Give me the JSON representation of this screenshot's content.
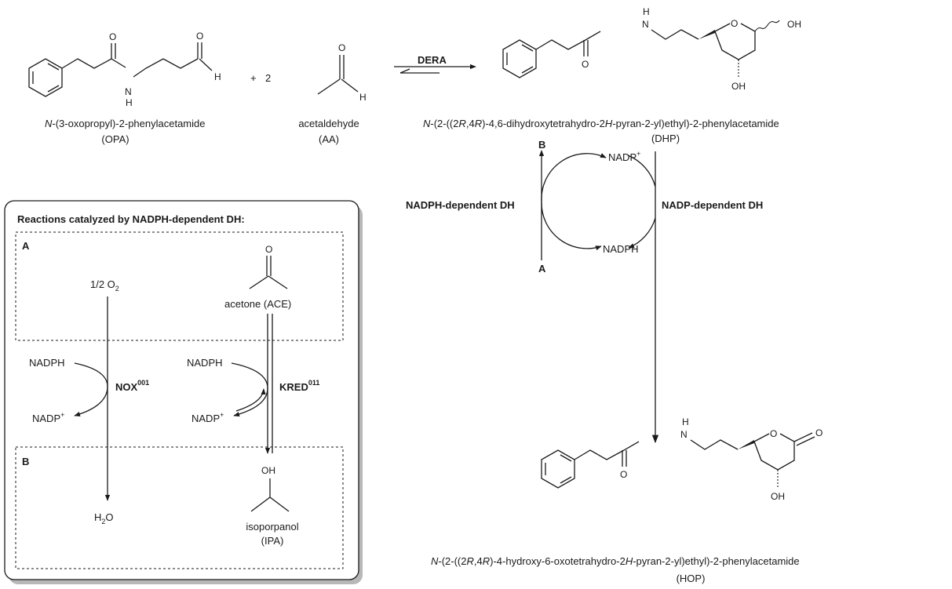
{
  "reaction": {
    "reagent_opa": {
      "name_italic": "N",
      "name_rest": "-(3-oxopropyl)-2-phenylacetamide",
      "abbr": "(OPA)"
    },
    "plus": "+",
    "coefficient": "2",
    "reagent_aa": {
      "name": "acetaldehyde",
      "abbr": "(AA)"
    },
    "enzyme": "DERA",
    "product_dhp": {
      "name_italic": "N",
      "name_part1": "-(2-((2",
      "name_r1": "R",
      "name_comma": ",4",
      "name_r2": "R",
      "name_part2": ")-4,6-dihydroxytetrahydro-2",
      "name_h": "H",
      "name_part3": "-pyran-2-yl)ethyl)-2-phenylacetamide",
      "abbr": "(DHP)"
    },
    "product_hop": {
      "name_italic": "N",
      "name_part1": "-(2-((2",
      "name_r1": "R",
      "name_comma": ",4",
      "name_r2": "R",
      "name_part2": ")-4-hydroxy-6-oxotetrahydro-2",
      "name_h": "H",
      "name_part3": "-pyran-2-yl)ethyl)-2-phenylacetamide",
      "abbr": "(HOP)"
    },
    "atoms": {
      "O": "O",
      "H": "H",
      "N": "N",
      "OH": "OH"
    }
  },
  "cofactor_cycle": {
    "nadp_plus": "NADP",
    "plus_sup": "+",
    "nadph": "NADPH",
    "left_enzyme": "NADPH-dependent DH",
    "right_enzyme": "NADP-dependent DH",
    "label_a": "A",
    "label_b": "B"
  },
  "inset": {
    "title": "Reactions catalyzed by NADPH-dependent DH:",
    "box_a_label": "A",
    "box_b_label": "B",
    "oxygen": "1/2 O",
    "oxygen_sub": "2",
    "acetone": "acetone (ACE)",
    "nadph": "NADPH",
    "nadp": "NADP",
    "plus_sup": "+",
    "nox": "NOX",
    "nox_sup": "001",
    "kred": "KRED",
    "kred_sup": "011",
    "water": "H",
    "water_sub": "2",
    "water_o": "O",
    "ipa_name": "isoporpanol",
    "ipa_abbr": "(IPA)",
    "oh": "OH"
  }
}
